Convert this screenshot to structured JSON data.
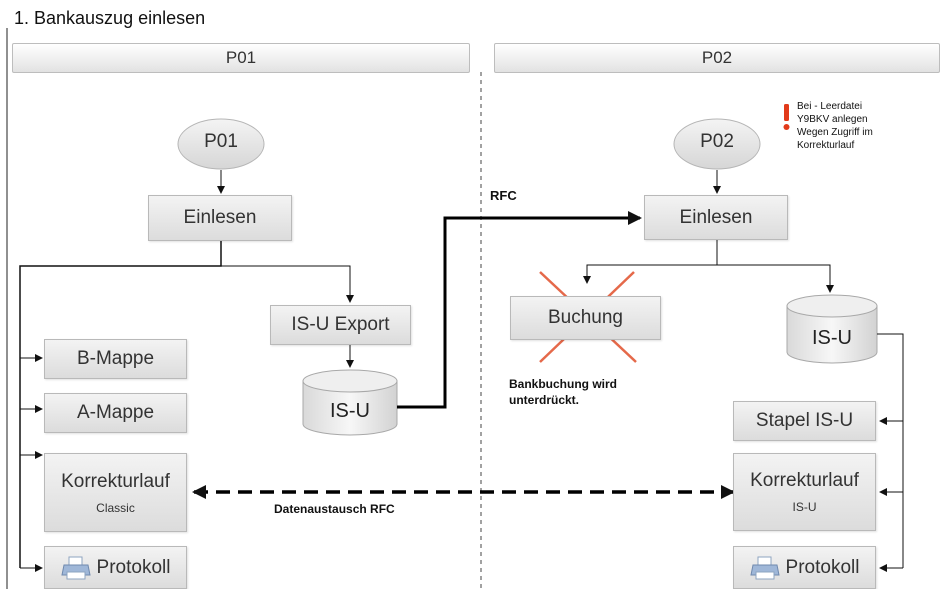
{
  "title": "1. Bankauszug einlesen",
  "left": {
    "header": "P01",
    "start": "P01",
    "read": "Einlesen",
    "export": "IS-U Export",
    "db": "IS-U",
    "b_mappe": "B-Mappe",
    "a_mappe": "A-Mappe",
    "correction": "Korrekturlauf",
    "correction_sub": "Classic",
    "protocol": "Protokoll"
  },
  "right": {
    "header": "P02",
    "start": "P02",
    "read": "Einlesen",
    "posting": "Buchung",
    "db": "IS-U",
    "stack": "Stapel IS-U",
    "correction": "Korrekturlauf",
    "correction_sub": "IS-U",
    "protocol": "Protokoll",
    "note_lines": [
      "Bei  - Leerdatei",
      "Y9BKV  anlegen",
      "Wegen Zugriff im",
      "Korrekturlauf"
    ],
    "posting_note_lines": [
      "Bankbuchung wird",
      "unterdrückt."
    ]
  },
  "connectors": {
    "rfc": "RFC",
    "exchange": "Datenaustausch  RFC"
  },
  "colors": {
    "cross": "#e5694a",
    "warning": "#e23a1a"
  },
  "icons": [
    "warning-icon",
    "printer-icon",
    "database-icon"
  ]
}
